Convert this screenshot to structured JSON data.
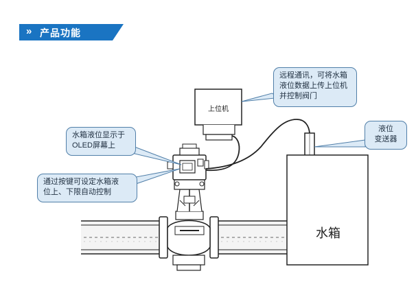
{
  "header": {
    "chevron": "»",
    "title": "产品功能"
  },
  "callouts": {
    "remote": {
      "lines": [
        "远程通讯，可将水箱",
        "液位数据上传上位机",
        "并控制阀门"
      ]
    },
    "transmitter": {
      "lines": [
        "液位",
        "变送器"
      ]
    },
    "oled": {
      "lines": [
        "水箱液位显示于",
        "OLED屏幕上"
      ]
    },
    "buttons": {
      "lines": [
        "通过按键可设定水箱液",
        "位上、下限自动控制"
      ]
    }
  },
  "labels": {
    "monitor": "上位机",
    "tank": "水箱"
  },
  "colors": {
    "header_bg": "#1a74c2",
    "callout_bg": "#dceaf6",
    "callout_border": "#4f7ea8",
    "line": "#222222"
  }
}
